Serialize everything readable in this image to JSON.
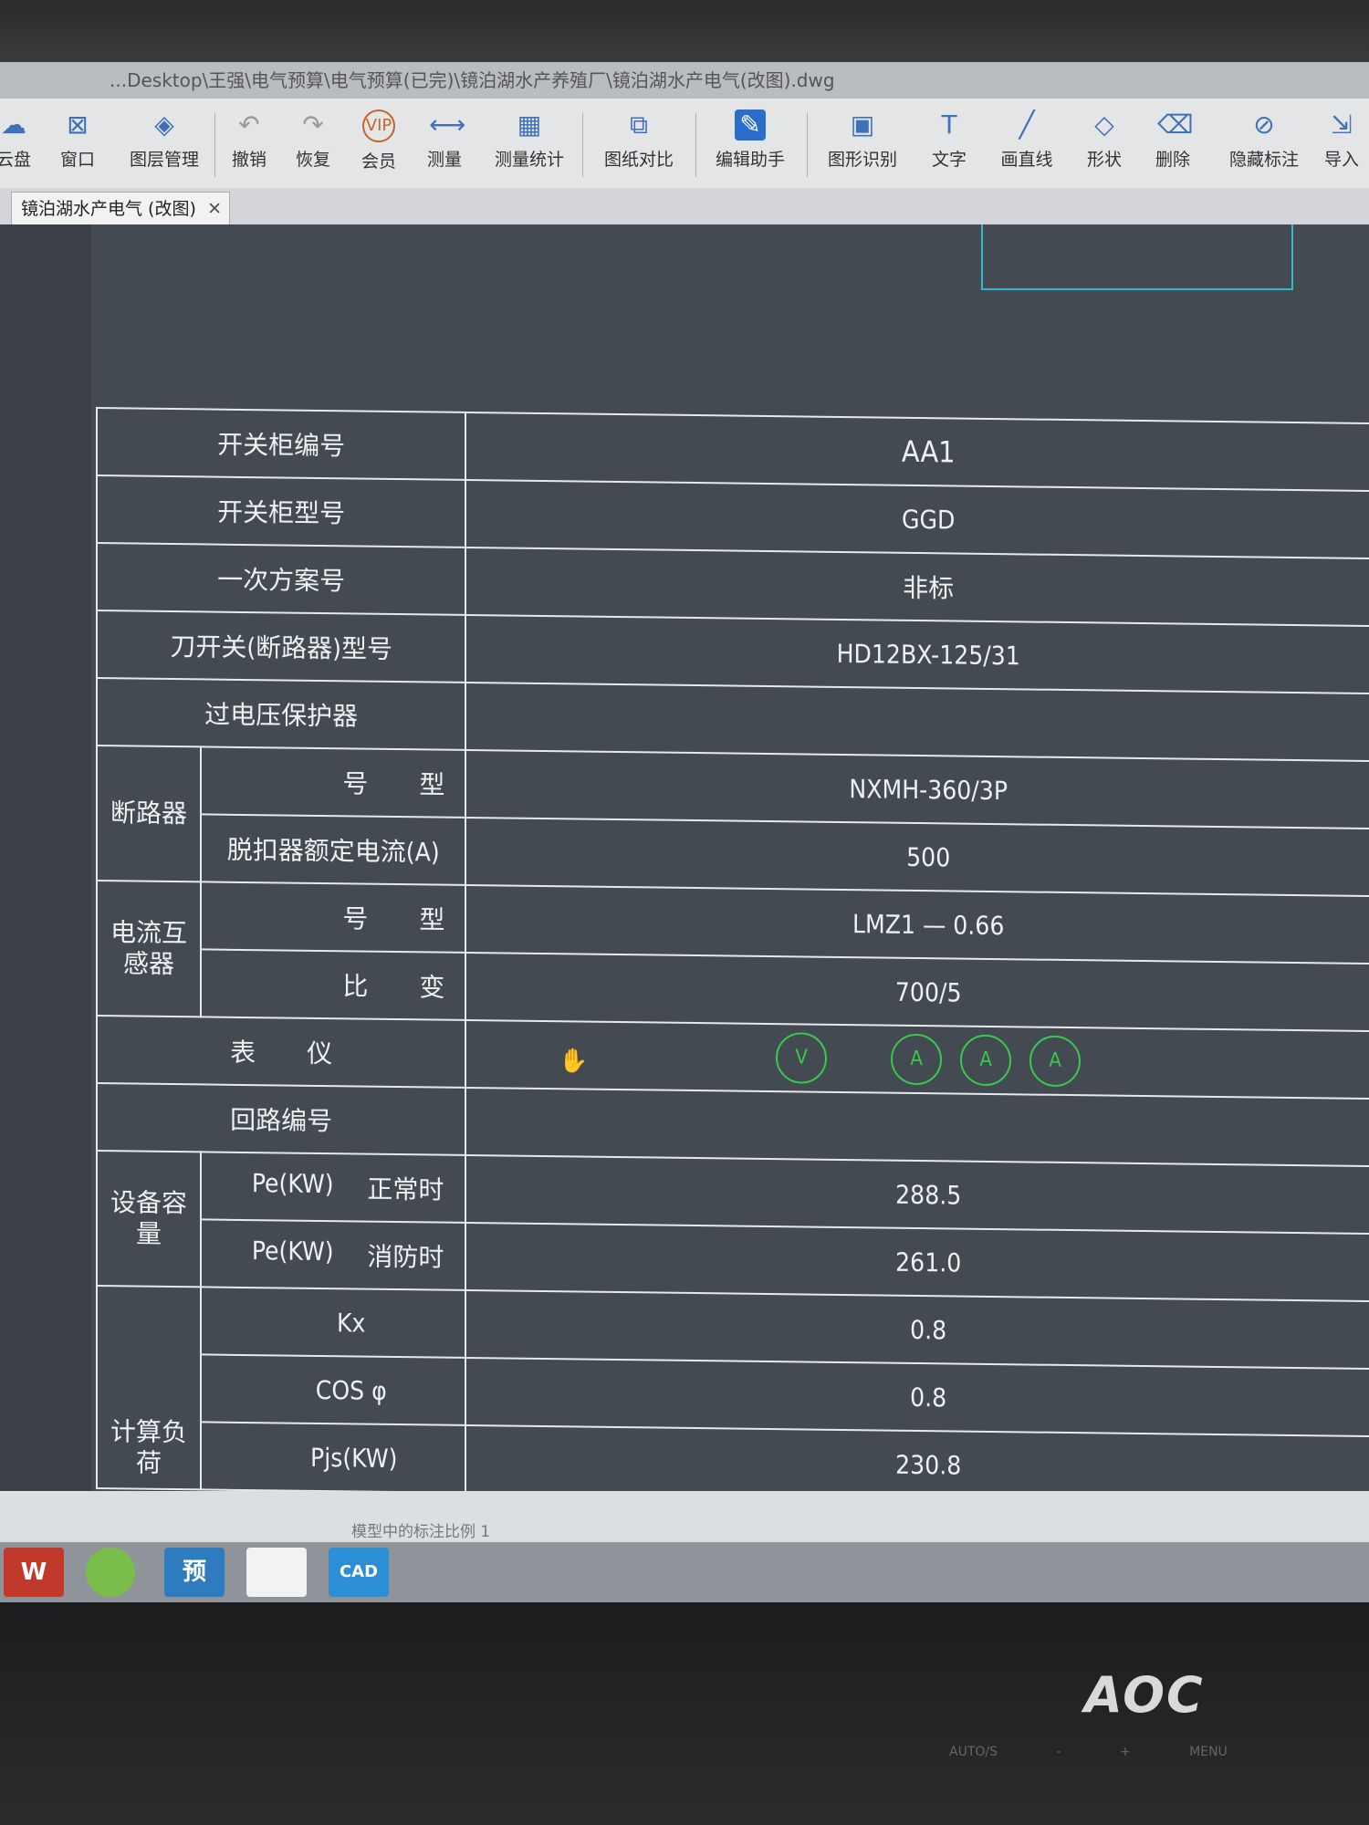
{
  "window": {
    "title": "...Desktop\\王强\\电气预算\\电气预算(已完)\\镜泊湖水产养殖厂\\镜泊湖水产电气(改图).dwg"
  },
  "toolbar": [
    {
      "icon": "cloud-disk-icon",
      "label": "云盘"
    },
    {
      "icon": "window-icon",
      "label": "窗口"
    },
    {
      "icon": "layers-icon",
      "label": "图层管理"
    },
    {
      "icon": "undo-icon",
      "label": "撤销"
    },
    {
      "icon": "redo-icon",
      "label": "恢复"
    },
    {
      "icon": "vip-icon",
      "label": "会员"
    },
    {
      "icon": "measure-icon",
      "label": "测量"
    },
    {
      "icon": "measure-stats-icon",
      "label": "测量统计"
    },
    {
      "icon": "compare-icon",
      "label": "图纸对比"
    },
    {
      "icon": "edit-assistant-icon",
      "label": "编辑助手"
    },
    {
      "icon": "shape-recognition-icon",
      "label": "图形识别"
    },
    {
      "icon": "text-icon",
      "label": "文字"
    },
    {
      "icon": "line-icon",
      "label": "画直线"
    },
    {
      "icon": "shape-icon",
      "label": "形状"
    },
    {
      "icon": "eraser-icon",
      "label": "删除"
    },
    {
      "icon": "hide-icon",
      "label": "隐藏标注"
    },
    {
      "icon": "import-icon",
      "label": "导入"
    }
  ],
  "tab": {
    "label": "镜泊湖水产电气 (改图)"
  },
  "table": {
    "switch_cabinet_no_label": "开关柜编号",
    "switch_cabinet_no": "AA1",
    "switch_cabinet_type_label": "开关柜型号",
    "switch_cabinet_type": "GGD",
    "primary_scheme_label": "一次方案号",
    "primary_scheme": "非标",
    "knife_switch_label": "刀开关(断路器)型号",
    "knife_switch": "HD12BX-125/31",
    "overvoltage_label": "过电压保护器",
    "breaker_group": "断路器",
    "breaker_model_label": "号　　型",
    "breaker_model": "NXMH-360/3P",
    "trip_current_label": "脱扣器额定电流(A)",
    "trip_current": "500",
    "ct_group": "电流互感器",
    "ct_model_label": "号　　型",
    "ct_model": "LMZ1 — 0.66",
    "ct_ratio_label": "比　　变",
    "ct_ratio": "700/5",
    "meter_label": "表　　仪",
    "meters": [
      "V",
      "A",
      "A",
      "A"
    ],
    "circuit_no_label": "回路编号",
    "capacity_group": "设备容量",
    "pe_normal_label": "Pe(KW)",
    "pe_normal_sub": "正常时",
    "pe_normal": "288.5",
    "pe_fire_label": "Pe(KW)",
    "pe_fire_sub": "消防时",
    "pe_fire": "261.0",
    "calc_group": "计算负荷",
    "kx_label": "Kx",
    "kx": "0.8",
    "cos_label": "COS φ",
    "cos": "0.8",
    "pjs_label": "Pjs(KW)",
    "pjs": "230.8"
  },
  "status": {
    "text": "模型中的标注比例 1"
  },
  "taskbar": [
    {
      "icon": "app-red-icon",
      "label": "W"
    },
    {
      "icon": "app-green-icon",
      "label": ""
    },
    {
      "icon": "app-budget-icon",
      "label": "预"
    },
    {
      "icon": "app-diamond-icon",
      "label": ""
    },
    {
      "icon": "app-cad-icon",
      "label": "CAD"
    }
  ],
  "monitor": {
    "brand": "AOC",
    "buttons": [
      "AUTO/S",
      "-",
      "+",
      "MENU"
    ]
  },
  "colors": {
    "canvas": "#434a51",
    "meter": "#39c94e",
    "accent": "#30b9c8"
  }
}
